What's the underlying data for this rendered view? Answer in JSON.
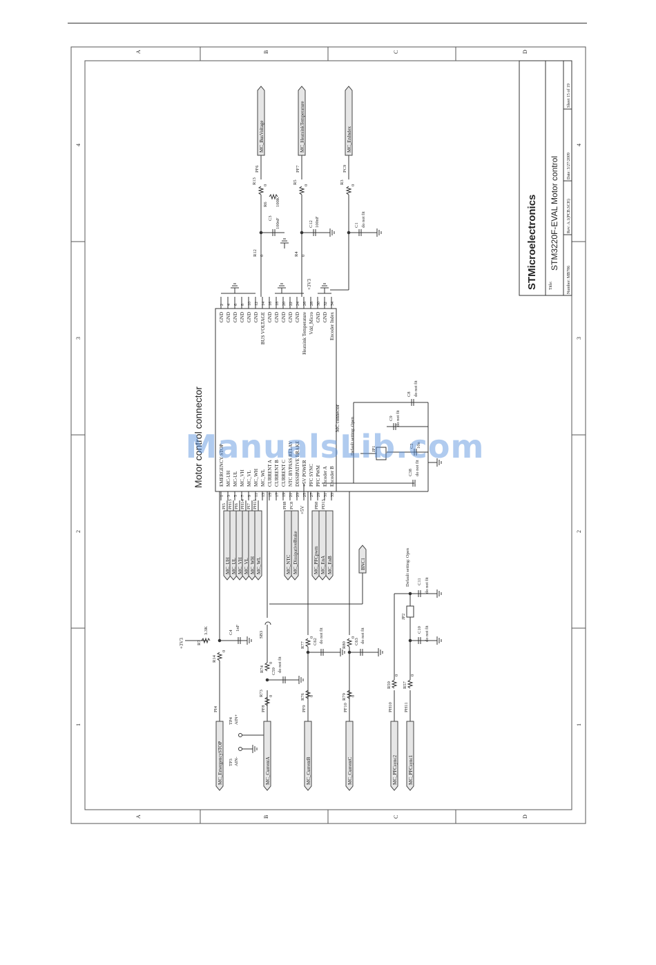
{
  "watermark": "ManualsLib.com",
  "frame": {
    "col_letters": [
      "A",
      "B",
      "C",
      "D"
    ],
    "row_numbers": [
      "1",
      "2",
      "3",
      "4"
    ]
  },
  "title_block": {
    "company": "STMicroelectronics",
    "title_label": "Title:",
    "title": "STM3220F-EVAL Motor control",
    "number_label": "Number:",
    "number": "MB786",
    "rev_label": "Rev:",
    "rev": "A.1(PCB.SCH)",
    "date_label": "Date:",
    "date": "3/27/2009",
    "sheet_label": "Sheet",
    "sheet": "15",
    "of_label": "of",
    "sheet_total": "19"
  },
  "connector": {
    "title": "Motor control connector",
    "ref": "MC connector",
    "left_pins": [
      {
        "num": "1",
        "name": "EMERGENCY STOP"
      },
      {
        "num": "3",
        "name": "MC-UH"
      },
      {
        "num": "5",
        "name": "MC-UL"
      },
      {
        "num": "7",
        "name": "MC_VH"
      },
      {
        "num": "9",
        "name": "MC_VL"
      },
      {
        "num": "11",
        "name": "MC_WH"
      },
      {
        "num": "13",
        "name": "MC_WL"
      },
      {
        "num": "15",
        "name": "CURRENT A"
      },
      {
        "num": "17",
        "name": "CURRENT B"
      },
      {
        "num": "19",
        "name": "CURRENT C"
      },
      {
        "num": "21",
        "name": "NTC BYPASS RELAY"
      },
      {
        "num": "23",
        "name": "DISSIPATIVE BRAKE"
      },
      {
        "num": "25",
        "name": "+5V POWER"
      },
      {
        "num": "27",
        "name": "PFC SYNC"
      },
      {
        "num": "29",
        "name": "PFC PWM"
      },
      {
        "num": "31",
        "name": "Encoder A"
      },
      {
        "num": "33",
        "name": "Encoder B"
      }
    ],
    "right_pins": [
      {
        "num": "2",
        "name": "GND"
      },
      {
        "num": "4",
        "name": "GND"
      },
      {
        "num": "6",
        "name": "GND"
      },
      {
        "num": "8",
        "name": "GND"
      },
      {
        "num": "10",
        "name": "GND"
      },
      {
        "num": "12",
        "name": "GND"
      },
      {
        "num": "14",
        "name": "BUS VOLTAGE"
      },
      {
        "num": "16",
        "name": "GND"
      },
      {
        "num": "18",
        "name": "GND"
      },
      {
        "num": "20",
        "name": "GND"
      },
      {
        "num": "22",
        "name": "GND"
      },
      {
        "num": "24",
        "name": "GND"
      },
      {
        "num": "26",
        "name": "Heatsink Temperature"
      },
      {
        "num": "28",
        "name": "Vdd_Micro"
      },
      {
        "num": "30",
        "name": "GND"
      },
      {
        "num": "32",
        "name": "GND"
      },
      {
        "num": "34",
        "name": "Encoder Index"
      }
    ]
  },
  "buses": {
    "gate_nets": [
      "MC_UH",
      "MC_UL",
      "MC_VH",
      "MC_VL",
      "MC_WH",
      "MC_WL"
    ],
    "gate_ports": [
      "PI5",
      "PH13",
      "PI6",
      "PH14",
      "PI7",
      "PH15"
    ],
    "ntc_nets": [
      "MC_NTC",
      "MC_DissipativeBrake"
    ],
    "ntc_ports": [
      "PH8",
      "PC8"
    ],
    "pfc_nets": [
      "MC_PFCpwm",
      "MC_EnA",
      "MC_EnB"
    ],
    "pfc_ports": [
      "PB8",
      "PD13"
    ],
    "plus5v": "+5V",
    "bnc": "BNC1"
  },
  "top_signals": [
    {
      "net": "MC_BusVoltage",
      "port": "PF6",
      "res": "R13",
      "res_val": "0"
    },
    {
      "net": "MC_HeatsinkTemperature",
      "port": "PF7",
      "res": "R5",
      "res_val": "0"
    },
    {
      "net": "MC_EnIndex",
      "port": "PC9",
      "res": "R3",
      "res_val": "0"
    }
  ],
  "top_parts": {
    "r12": "R12",
    "r12_val": "0",
    "r6": "R6",
    "r6_val": "100K",
    "c3": "C3",
    "c3_val": "100nF",
    "r4": "R4",
    "r4_val": "0",
    "c12": "C12",
    "c12_val": "100nF",
    "c1": "C1",
    "c1_val": "do not fit",
    "v3v3": "+3V3"
  },
  "bottom_signals": [
    {
      "net": "MC_EmergencySTOP",
      "port": "PI4"
    },
    {
      "net": "MC_CurrentA",
      "port": "PF8"
    },
    {
      "net": "MC_CurrentB",
      "port": "PF9"
    },
    {
      "net": "MC_CurrentC",
      "port": "PF10"
    },
    {
      "net": "MC_PFCsync2",
      "port": "PH10"
    },
    {
      "net": "MC_PFCsync1",
      "port": "PH11"
    }
  ],
  "bottom_parts": {
    "v3v3": "+3V3",
    "r7": "R7",
    "r7_val": "3.3K",
    "c4": "C4",
    "c4_val": "1nF",
    "r14": "R14",
    "r14_val": "0",
    "sb3": "SB3",
    "r74": "R74",
    "r74_val": "0",
    "c59": "C59",
    "c59_val": "do not fit",
    "r73": "R73",
    "r73_val": "0",
    "r77": "R77",
    "r77_val": "0",
    "c62": "C62",
    "c62_val": "do not fit",
    "r76": "R76",
    "r76_val": "0",
    "r80": "R80",
    "r80_val": "0",
    "c63": "C63",
    "c63_val": "do not fit",
    "r79": "R79",
    "r79_val": "0",
    "r59": "R59",
    "r59_val": "0",
    "r57": "R57",
    "r57_val": "0",
    "jp2": "JP2",
    "c11": "C11",
    "c11_val": "do not fit",
    "c10": "C10",
    "c10_val": "do not fit",
    "jp2_default": "Default setting: Open",
    "tp3": "TP3",
    "tp3_label": "AIN-",
    "tp4": "TP4",
    "tp4_label": "AIN+"
  },
  "jp_block": {
    "default": "Default setting: Open",
    "jp": "JP1",
    "c9": "C9",
    "c9_val": "do not fit",
    "c2": "C2",
    "c2_val": "10n",
    "c8": "C8",
    "c8_val": "do not fit",
    "c38": "C38",
    "c38_val": "do not fit"
  }
}
